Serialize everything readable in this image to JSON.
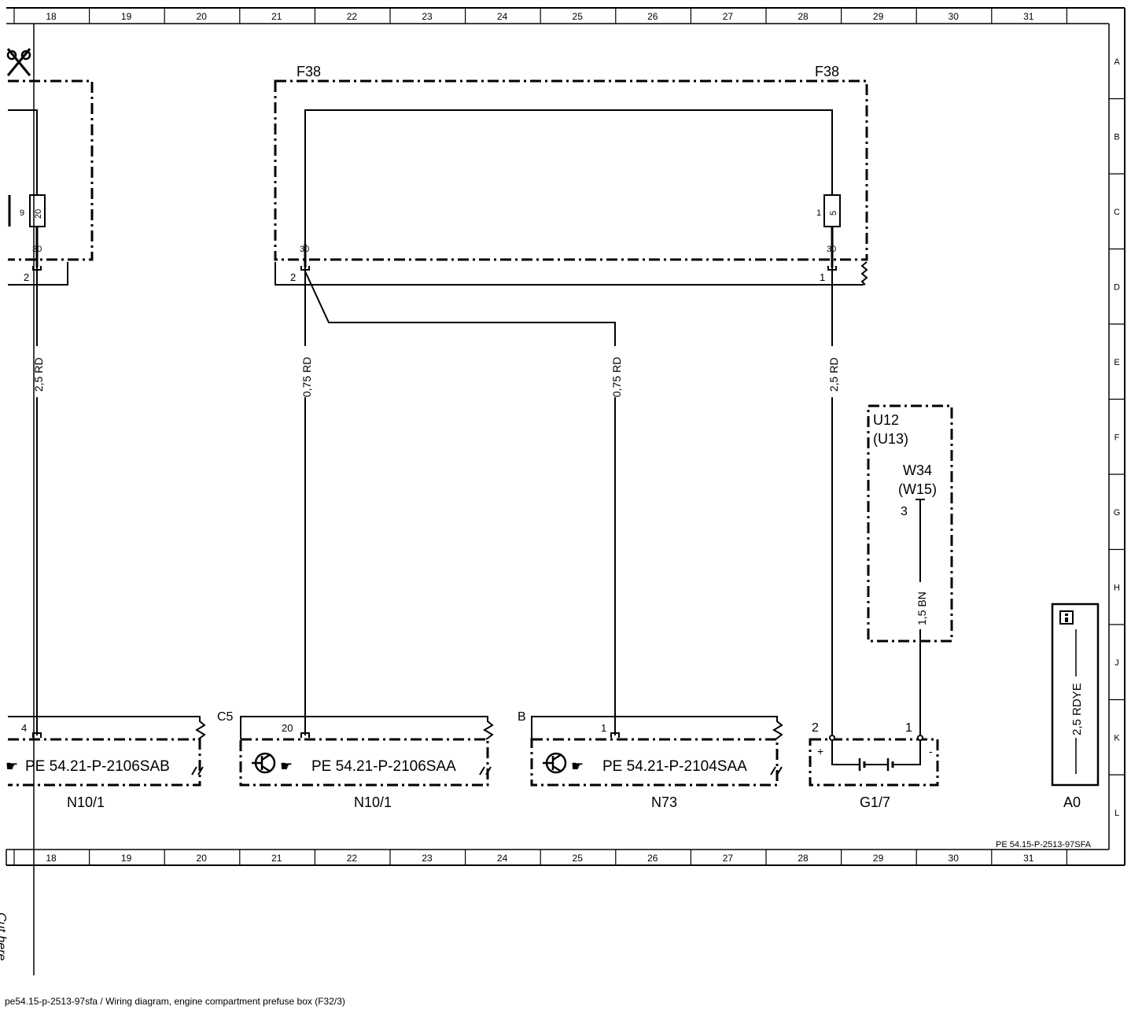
{
  "ruler_columns": [
    "18",
    "19",
    "20",
    "21",
    "22",
    "23",
    "24",
    "25",
    "26",
    "27",
    "28",
    "29",
    "30",
    "31"
  ],
  "ruler_rows": [
    "A",
    "B",
    "C",
    "D",
    "E",
    "F",
    "G",
    "H",
    "J",
    "K",
    "L"
  ],
  "fuse_box": {
    "left_label": "F38",
    "right_label": "F38",
    "fuse_left": {
      "number": "20",
      "pin": "9",
      "terminal": "30",
      "connector_pin": "2"
    },
    "fuse_mid": {
      "terminal": "30",
      "connector_pin": "2"
    },
    "fuse_right": {
      "number": "5",
      "pin": "1",
      "terminal": "30",
      "connector_pin": "1"
    }
  },
  "wires": {
    "w1": "2,5 RD",
    "w2": "0,75 RD",
    "w3": "0,75 RD",
    "w4": "2,5 RD",
    "w5": "1,5 BN"
  },
  "module_u12": {
    "label1": "U12",
    "label2": "(U13)",
    "sub1": "W34",
    "sub2": "(W15)",
    "pin": "3"
  },
  "components": [
    {
      "name": "N10/1",
      "ref": "PE 54.21-P-2106SAB",
      "pin": "4",
      "conn": ""
    },
    {
      "name": "N10/1",
      "ref": "PE 54.21-P-2106SAA",
      "pin": "20",
      "conn": "C5"
    },
    {
      "name": "N73",
      "ref": "PE 54.21-P-2104SAA",
      "pin": "1",
      "conn": "B"
    }
  ],
  "battery": {
    "name": "G1/7",
    "pin_plus": "2",
    "pin_minus": "1",
    "plus": "+",
    "minus": "-"
  },
  "info_box": {
    "wire": "2,5 RDYE",
    "name": "A0",
    "icon": "info-icon"
  },
  "sheet_ref": "PE 54.15-P-2513-97SFA",
  "cut_here": "Cut here",
  "caption": "pe54.15-p-2513-97sfa / Wiring diagram, engine compartment prefuse box (F32/3)"
}
